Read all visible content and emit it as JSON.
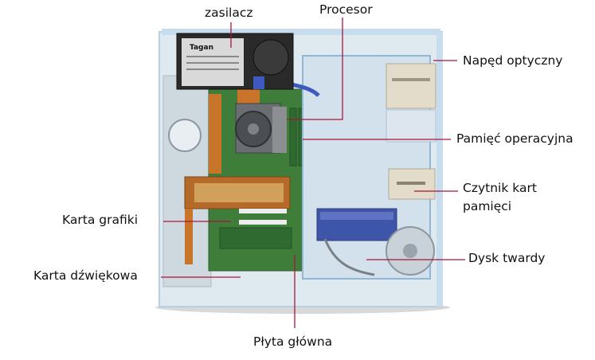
{
  "labels": {
    "zasilacz": "zasilacz",
    "procesor": "Procesor",
    "naped": "Napęd optyczny",
    "pamiec": "Pamięć  operacyjna",
    "czytnik_line1": "Czytnik kart",
    "czytnik_line2": "pamięci",
    "dysk": "Dysk twardy",
    "grafika": "Karta grafiki",
    "dzwiek": "Karta  dźwiękowa",
    "plyta": "Płyta główna"
  },
  "psu_label": "Tagan",
  "colors": {
    "pointer_line": "#a8173a",
    "case_frame": "#8fb7d6",
    "motherboard": "#3e7d3a",
    "drive_beige": "#e3dccb",
    "hdd_blue": "#3f55a8",
    "psu_black": "#2a2a2a",
    "cpu_cooler": "#6a6e72",
    "copper": "#c8752a"
  }
}
